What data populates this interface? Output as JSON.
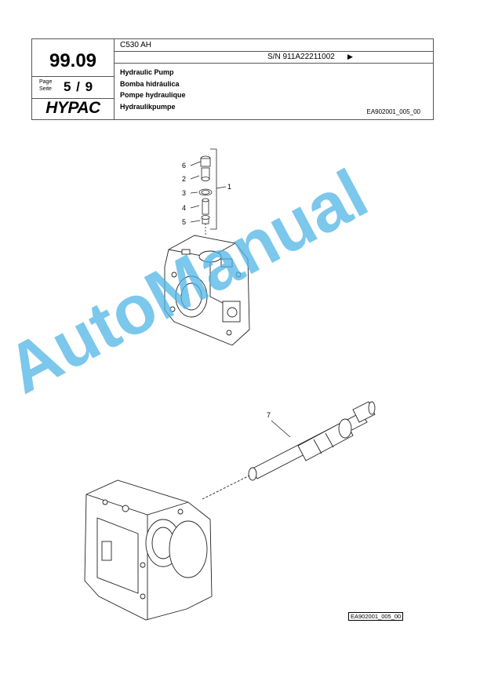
{
  "header": {
    "model": "C530 AH",
    "serial": "S/N 911A22211002",
    "serial_arrow": "▶",
    "section_number": "99.09",
    "page_label_1": "Page",
    "page_label_2": "Seite",
    "page_number": "5 / 9",
    "logo": "HYPAC",
    "titles": [
      "Hydraulic Pump",
      "Bomba hidráulica",
      "Pompe hydraulique",
      "Hydraulikpumpe"
    ],
    "reference_code": "EA902001_005_00"
  },
  "callouts": [
    "6",
    "2",
    "3",
    "4",
    "5",
    "1",
    "7"
  ],
  "watermark": "AutoManual",
  "footer": {
    "reference_code": "EA902001_005_00"
  }
}
